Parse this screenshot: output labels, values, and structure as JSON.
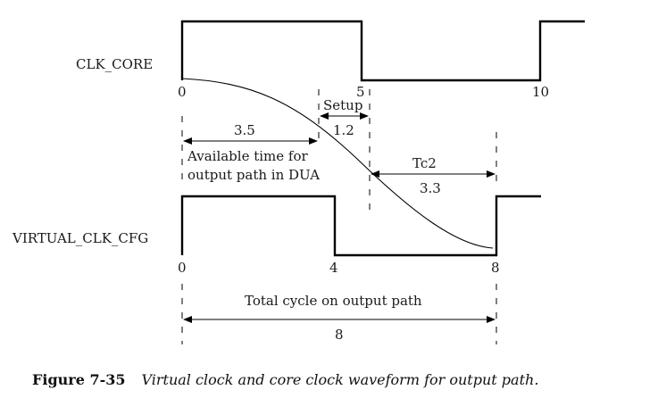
{
  "signals": {
    "clk_core": "CLK_CORE",
    "virtual_clk_cfg": "VIRTUAL_CLK_CFG"
  },
  "ticks": {
    "core_0": "0",
    "core_5": "5",
    "core_10": "10",
    "virt_0": "0",
    "virt_4": "4",
    "virt_8": "8"
  },
  "annotations": {
    "setup_label": "Setup",
    "setup_value": "1.2",
    "available_value": "3.5",
    "available_line1": "Available time for",
    "available_line2": "output path in DUA",
    "tc2_label": "Tc2",
    "tc2_value": "3.3",
    "total_label": "Total cycle on output path",
    "total_value": "8"
  },
  "caption": {
    "figure_number": "Figure 7-35",
    "text": "Virtual clock and core clock waveform for output path."
  }
}
